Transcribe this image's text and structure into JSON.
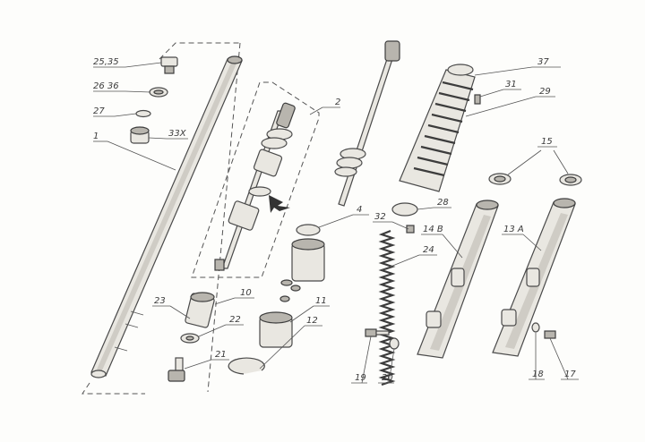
{
  "labels": {
    "l2535": "25,35",
    "l2636": "26 36",
    "l27": "27",
    "l1": "1",
    "l33x": "33X",
    "l2": "2",
    "l23": "23",
    "l10": "10",
    "l22": "22",
    "l21": "21",
    "l11": "11",
    "l12": "12",
    "l4": "4",
    "l32": "32",
    "l28": "28",
    "l24": "24",
    "l14b": "14 B",
    "l13a": "13 A",
    "l19": "19",
    "l20": "20",
    "l18": "18",
    "l17": "17",
    "l37": "37",
    "l31": "31",
    "l29": "29",
    "l15": "15"
  }
}
